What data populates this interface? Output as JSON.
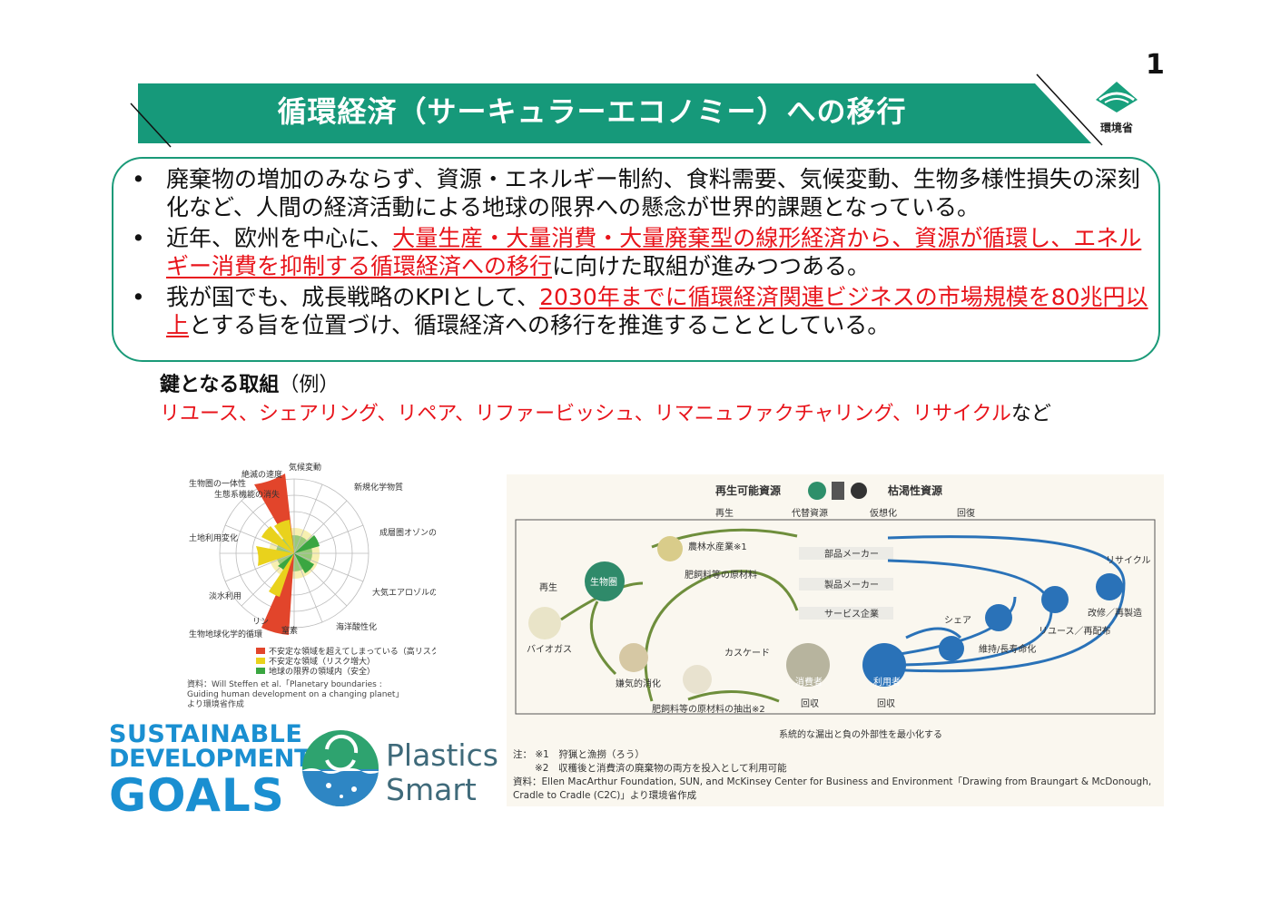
{
  "page_number": "1",
  "title": "循環経済（サーキュラーエコノミー）への移行",
  "logo_label": "環境省",
  "bullets": [
    {
      "pre": "廃棄物の増加のみならず、資源・エネルギー制約、食料需要、気候変動、生物多様性損失の深刻化など、人間の経済活動による地球の限界への懸念が世界的課題となっている。",
      "highlight": "",
      "post": ""
    },
    {
      "pre": "近年、欧州を中心に、",
      "highlight": "大量生産・大量消費・大量廃棄型の線形経済から、資源が循環し、エネルギー消費を抑制する循環経済への移行",
      "post": "に向けた取組が進みつつある。"
    },
    {
      "pre": "我が国でも、成長戦略のKPIとして、",
      "highlight": "2030年までに循環経済関連ビジネスの市場規模を80兆円以上",
      "post": "とする旨を位置づけ、循環経済への移行を推進することとしている。"
    }
  ],
  "bullet_symbol": "•",
  "key": {
    "title_bold": "鍵となる取組",
    "title_suffix": "（例）",
    "items": "リユース、シェアリング、リペア、リファービッシュ、リマニュファクチャリング、リサイクル",
    "suffix": "など"
  },
  "planetary": {
    "labels": {
      "climate": "気候変動",
      "novel": "新規化学物質",
      "ozone": "成層圏オゾンの破壊",
      "aerosol": "大気エアロゾルの負荷",
      "ocean": "海洋酸性化",
      "nitrogen": "窒素",
      "phosphorus": "リン",
      "biogeo": "生物地球化学的循環",
      "freshwater": "淡水利用",
      "land": "土地利用変化",
      "biosphere": "生物圏の一体性",
      "genetic": "絶滅の速度",
      "functional": "生態系機能の消失"
    },
    "legend": [
      {
        "label": "不安定な領域を超えてしまっている（高リスク）",
        "color": "#e2452b"
      },
      {
        "label": "不安定な領域（リスク増大）",
        "color": "#e9d21c"
      },
      {
        "label": "地球の限界の領域内（安全）",
        "color": "#3aa641"
      }
    ],
    "source": "資料：Will Steffen et al.「Planetary boundaries : Guiding human development on a changing planet」より環境省作成"
  },
  "sdg": {
    "line1": "SUSTAINABLE",
    "line2": "DEVELOPMENT",
    "line3": "GOALS"
  },
  "plastics": {
    "line1": "Plastics",
    "line2": "Smart"
  },
  "diagram": {
    "renewable": "再生可能資源",
    "finite": "枯渇性資源",
    "col_regen": "再生",
    "col_substitute": "代替資源",
    "col_virtual": "仮想化",
    "col_recover": "回復",
    "farming": "農林水産業※1",
    "biosphere": "生物圏",
    "fertilizer": "肥飼料等の原材料",
    "regeneration": "再生",
    "biogas": "バイオガス",
    "anaerobic": "嫌気的消化",
    "extraction": "肥飼料等の原材料の抽出※2",
    "cascade": "カスケード",
    "parts": "部品メーカー",
    "products": "製品メーカー",
    "service": "サービス企業",
    "consumer": "消費者",
    "user": "利用者",
    "collect1": "回収",
    "collect2": "回収",
    "share": "シェア",
    "maintain": "維持/長寿命化",
    "reuse": "リユース／再配布",
    "refurb": "改修／再製造",
    "recycle": "リサイクル",
    "minimize": "系統的な漏出と負の外部性を最小化する",
    "note_label": "注：",
    "note1": "※1　狩猟と漁撈（ろう）",
    "note2": "※2　収穫後と消費済の廃棄物の両方を投入として利用可能",
    "source": "資料：Ellen MacArthur Foundation, SUN, and McKinsey Center for Business and Environment「Drawing from Braungart & McDonough, Cradle to Cradle (C2C)」より環境省作成"
  },
  "colors": {
    "teal": "#16997a",
    "red": "#e8141b",
    "green_loop": "#6e8e3c",
    "blue_loop": "#2a72b8",
    "sdg_blue": "#1a8fd1"
  }
}
